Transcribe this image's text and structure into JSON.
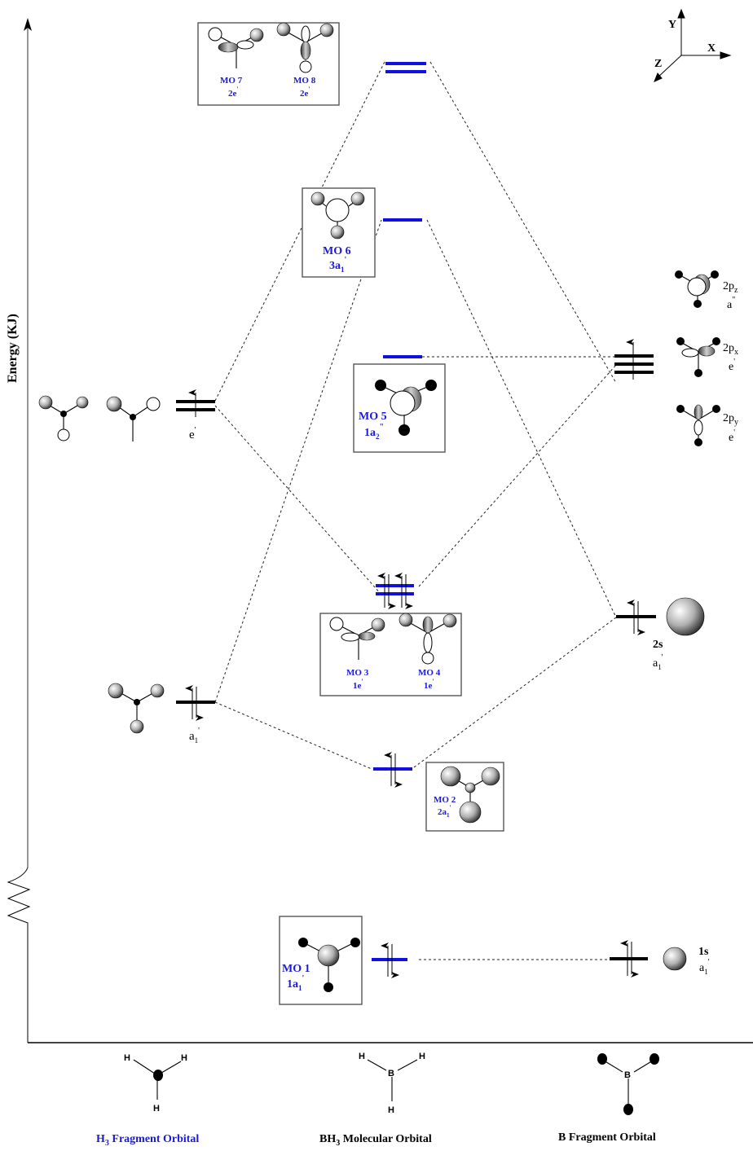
{
  "axis": {
    "ylabel": "Energy (KJ)",
    "break_symbol": "axis-break-zigzag"
  },
  "coordinate_system": {
    "x": "X",
    "y": "Y",
    "z": "Z"
  },
  "columns": {
    "left": "H3 Fragment Orbital",
    "left_sub": "3",
    "left_prefix": "H",
    "left_suffix": " Fragment Orbital",
    "middle_prefix": "BH",
    "middle_sub": "3",
    "middle_suffix": " Molecular Orbital",
    "right": "B Fragment Orbital"
  },
  "structures": {
    "h3": {
      "atoms": [
        "H",
        "H",
        "H"
      ]
    },
    "bh3": {
      "center": "B",
      "atoms": [
        "H",
        "H",
        "H"
      ]
    },
    "b": {
      "center": "B"
    }
  },
  "h3_fragment_orbitals": [
    {
      "symmetry": "e'",
      "label_main": "e",
      "label_sup": "'",
      "degeneracy": 2,
      "electrons": 1
    },
    {
      "symmetry": "a1'",
      "label_main": "a",
      "label_sub": "1",
      "label_sup": "'",
      "degeneracy": 1,
      "electrons": 2
    }
  ],
  "b_fragment_orbitals": [
    {
      "name": "2p",
      "components": [
        {
          "label": "2p",
          "sub": "z",
          "symmetry_main": "a",
          "symmetry_sup": "\""
        },
        {
          "label": "2p",
          "sub": "x",
          "symmetry_main": "e",
          "symmetry_sup": "'"
        },
        {
          "label": "2p",
          "sub": "y",
          "symmetry_main": "e",
          "symmetry_sup": "'"
        }
      ],
      "degeneracy": 3,
      "electrons": 1
    },
    {
      "name": "2s",
      "label": "2s",
      "symmetry_main": "a",
      "symmetry_sub": "1",
      "symmetry_sup": "'",
      "degeneracy": 1,
      "electrons": 2
    },
    {
      "name": "1s",
      "label": "1s",
      "symmetry_main": "a",
      "symmetry_sub": "1",
      "symmetry_sup": "'",
      "degeneracy": 1,
      "electrons": 2
    }
  ],
  "molecular_orbitals": [
    {
      "mo": "MO 7",
      "sym_main": "2e",
      "sym_sup": "'",
      "electrons": 0
    },
    {
      "mo": "MO 8",
      "sym_main": "2e",
      "sym_sup": "'",
      "electrons": 0
    },
    {
      "mo": "MO 6",
      "sym_main": "3a",
      "sym_sub": "1",
      "sym_sup": "'",
      "electrons": 0
    },
    {
      "mo": "MO 5",
      "sym_main": "1a",
      "sym_sub": "2",
      "sym_sup": "\"",
      "electrons": 0
    },
    {
      "mo": "MO 3",
      "sym_main": "1e",
      "sym_sup": "'",
      "electrons": 2
    },
    {
      "mo": "MO 4",
      "sym_main": "1e",
      "sym_sup": "'",
      "electrons": 2
    },
    {
      "mo": "MO 2",
      "sym_main": "2a",
      "sym_sub": "1",
      "sym_sup": "'",
      "electrons": 2
    },
    {
      "mo": "MO 1",
      "sym_main": "1a",
      "sym_sub": "1",
      "sym_sup": "'",
      "electrons": 2
    }
  ],
  "colors": {
    "mo_level": "#1010e0",
    "mo_label": "#1a1adc",
    "fragment_level": "#000000"
  }
}
